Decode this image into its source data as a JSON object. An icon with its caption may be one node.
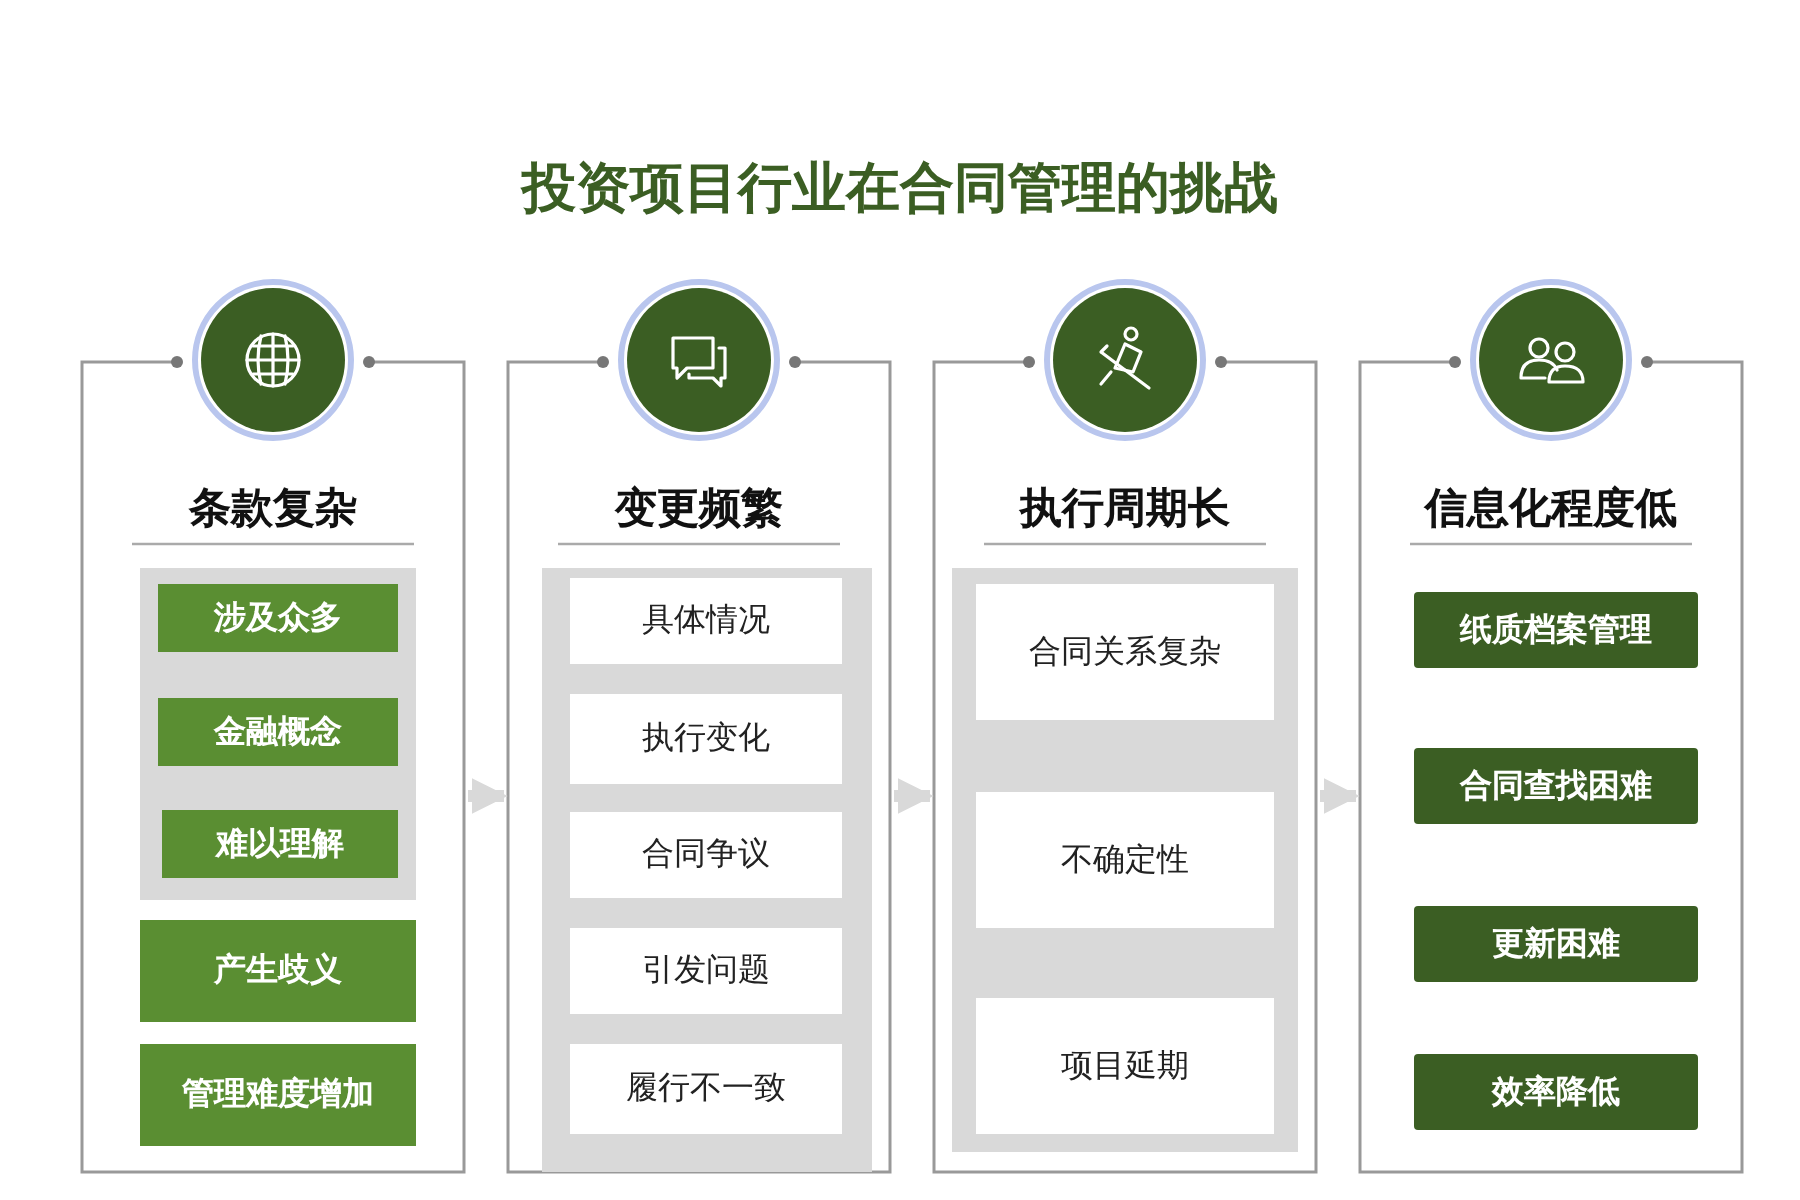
{
  "diagram": {
    "title": "投资项目行业在合同管理的挑战",
    "nodes": [
      {
        "text": [
          "条款复杂"
        ]
      },
      {
        "text": [
          "涉及众多"
        ],
        "in": 0
      },
      {
        "text": [
          "金融概念"
        ],
        "in": 0
      },
      {
        "text": [
          "难以理解"
        ],
        "in": 0
      },
      {
        "text": [
          "产生歧义"
        ],
        "in": 0
      },
      {
        "text": [
          "管理难度增加"
        ],
        "in": 0
      },
      {
        "text": [
          "变更频繁"
        ]
      },
      {
        "text": [
          "具体情况"
        ],
        "in": 6
      },
      {
        "text": [
          "执行变化"
        ],
        "in": 6
      },
      {
        "text": [
          "合同争议"
        ],
        "in": 6
      },
      {
        "text": [
          "引发问题"
        ],
        "in": 6
      },
      {
        "text": [
          "履行不一致"
        ],
        "in": 6
      },
      {
        "text": [
          "执行周期长"
        ]
      },
      {
        "text": [
          "合同关系复杂"
        ],
        "in": 12
      },
      {
        "text": [
          "不确定性"
        ],
        "in": 12
      },
      {
        "text": [
          "项目延期"
        ],
        "in": 12
      },
      {
        "text": [
          "信息化程度低"
        ]
      },
      {
        "text": [
          "纸质档案管理"
        ],
        "in": 16
      },
      {
        "text": [
          "合同查找困难"
        ],
        "in": 16
      },
      {
        "text": [
          "更新困难"
        ],
        "in": 16
      },
      {
        "text": [
          "效率降低"
        ],
        "in": 16
      }
    ],
    "edges": [
      {
        "from": 0,
        "to": 6,
        "arrow": "to"
      },
      {
        "from": 6,
        "to": 12,
        "arrow": "to"
      },
      {
        "from": 12,
        "to": 16,
        "arrow": "to"
      }
    ]
  }
}
